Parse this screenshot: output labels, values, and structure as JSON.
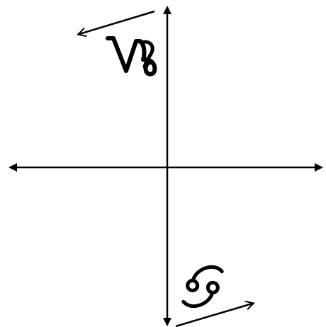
{
  "diagram": {
    "axes": {
      "horizontal": "double-headed-arrow",
      "vertical": "double-headed-arrow"
    },
    "symbols": [
      {
        "id": "capricorn",
        "glyph": "♑",
        "icon": "capricorn-icon",
        "quadrant": "upper-left",
        "arrow_direction": "left"
      },
      {
        "id": "cancer",
        "glyph": "♋",
        "icon": "cancer-icon",
        "quadrant": "lower-right",
        "arrow_direction": "right"
      }
    ],
    "colors": {
      "stroke": "#000000",
      "background": "#ffffff"
    }
  }
}
